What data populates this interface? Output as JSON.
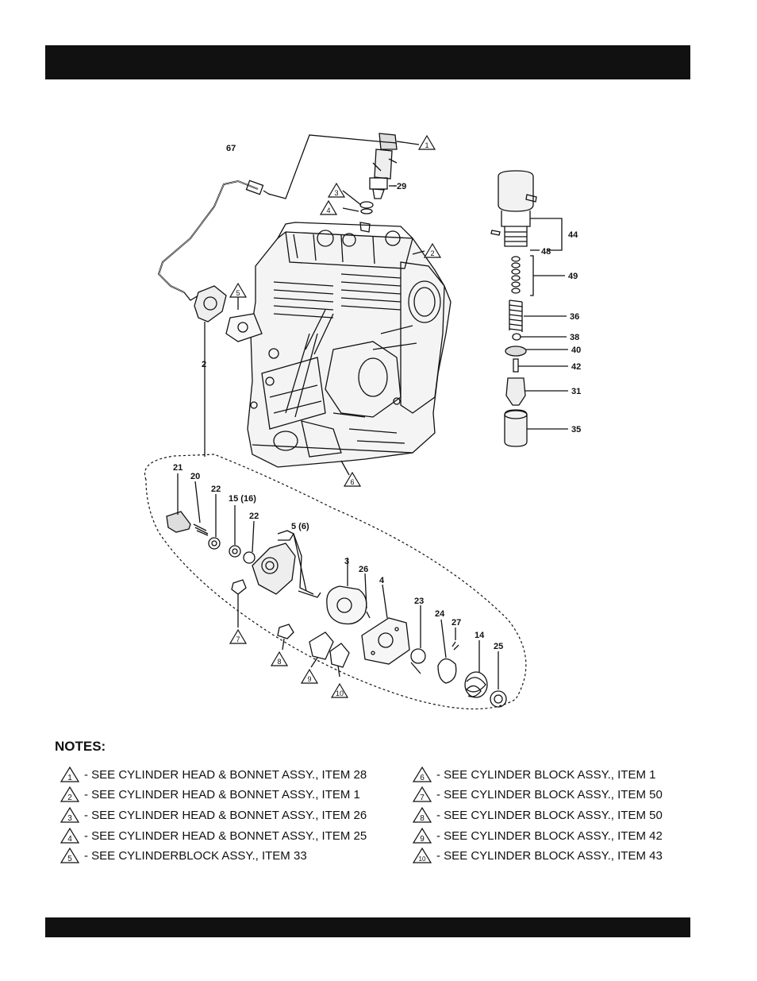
{
  "notes": {
    "title": "NOTES:",
    "left": [
      {
        "ref": "1",
        "text": "- SEE CYLINDER HEAD & BONNET ASSY., ITEM 28"
      },
      {
        "ref": "2",
        "text": "- SEE CYLINDER HEAD & BONNET ASSY., ITEM 1"
      },
      {
        "ref": "3",
        "text": "- SEE CYLINDER HEAD & BONNET ASSY., ITEM 26"
      },
      {
        "ref": "4",
        "text": "- SEE CYLINDER HEAD & BONNET ASSY., ITEM 25"
      },
      {
        "ref": "5",
        "text": "- SEE CYLINDERBLOCK ASSY., ITEM 33"
      }
    ],
    "right": [
      {
        "ref": "6",
        "text": "- SEE CYLINDER BLOCK ASSY., ITEM 1"
      },
      {
        "ref": "7",
        "text": "- SEE CYLINDER BLOCK ASSY., ITEM 50"
      },
      {
        "ref": "8",
        "text": "- SEE CYLINDER BLOCK ASSY., ITEM 50"
      },
      {
        "ref": "9",
        "text": "- SEE CYLINDER BLOCK ASSY., ITEM 42"
      },
      {
        "ref": "10",
        "text": "- SEE CYLINDER BLOCK ASSY., ITEM 43"
      }
    ]
  },
  "callouts": {
    "c67": "67",
    "c29": "29",
    "c44": "44",
    "c48": "48",
    "c49": "49",
    "c36": "36",
    "c38": "38",
    "c40": "40",
    "c42": "42",
    "c31": "31",
    "c35": "35",
    "c2": "2",
    "c21": "21",
    "c20": "20",
    "c22a": "22",
    "c15": "15 (16)",
    "c22b": "22",
    "c5": "5 (6)",
    "c3": "3",
    "c26": "26",
    "c4": "4",
    "c23": "23",
    "c24": "24",
    "c27": "27",
    "c14": "14",
    "c25": "25"
  },
  "ref_triangles": {
    "t1": "1",
    "t2": "2",
    "t3": "3",
    "t4": "4",
    "t5": "5",
    "t6": "6",
    "t7": "7",
    "t8": "8",
    "t9": "9",
    "t10": "10"
  }
}
